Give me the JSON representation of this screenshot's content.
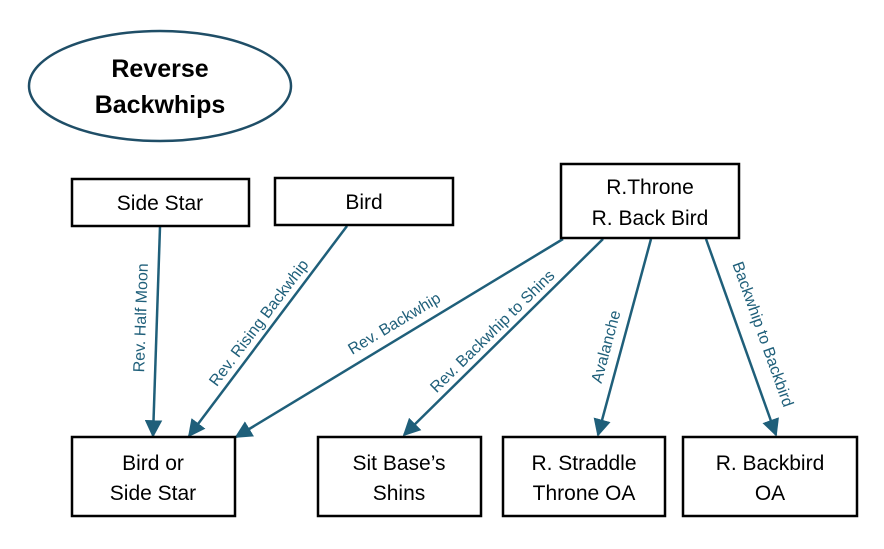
{
  "title": {
    "lines": [
      "Reverse",
      "Backwhips"
    ]
  },
  "colors": {
    "arrow": "#1f5f7a",
    "box_border": "#000000",
    "title_border": "#1f4e67"
  },
  "nodes": {
    "side_star": {
      "lines": [
        "Side Star"
      ]
    },
    "bird": {
      "lines": [
        "Bird"
      ]
    },
    "throne": {
      "lines": [
        "R.Throne",
        "R. Back Bird"
      ]
    },
    "bird_or_side_star": {
      "lines": [
        "Bird or",
        "Side Star"
      ]
    },
    "sit_base_shins": {
      "lines": [
        "Sit Base’s",
        "Shins"
      ]
    },
    "straddle_throne": {
      "lines": [
        "R. Straddle",
        "Throne OA"
      ]
    },
    "backbird_oa": {
      "lines": [
        "R. Backbird",
        "OA"
      ]
    }
  },
  "edges": {
    "rev_half_moon": "Rev. Half Moon",
    "rev_rising_backwhip": "Rev. Rising Backwhip",
    "rev_backwhip": "Rev. Backwhip",
    "rev_backwhip_to_shins": "Rev. Backwhip to Shins",
    "avalanche": "Avalanche",
    "backwhip_to_backbird": "Backwhip to Backbird"
  }
}
